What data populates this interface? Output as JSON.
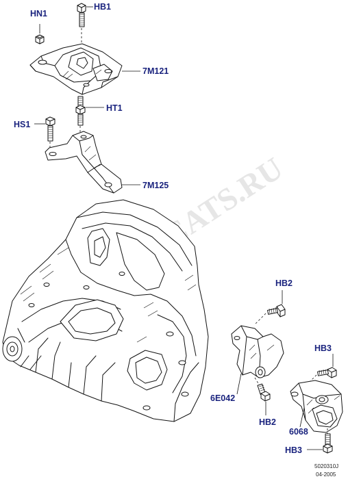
{
  "watermark": "ALL.PARTS.CATS.RU",
  "callouts": {
    "hn1": "HN1",
    "hb1": "HB1",
    "m7m121": "7M121",
    "ht1": "HT1",
    "hs1": "HS1",
    "m7m125": "7M125",
    "hb2_top": "HB2",
    "e6e042": "6E042",
    "hb2_bottom": "HB2",
    "hb3_top": "HB3",
    "p6068": "6068",
    "hb3_bottom": "HB3"
  },
  "reference": {
    "code": "5020310J",
    "date": "04-2005"
  }
}
